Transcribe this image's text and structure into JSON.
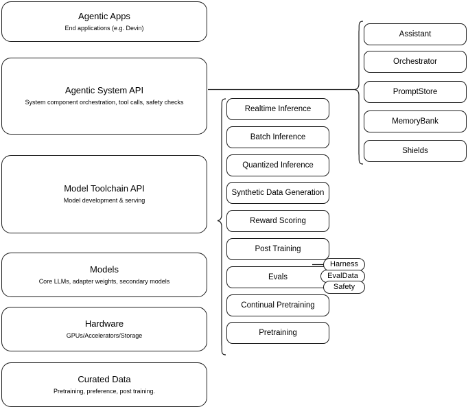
{
  "diagram": {
    "title": "AI stack layers diagram",
    "stroke_color": "#1a1a1a",
    "background_color": "#ffffff"
  },
  "left_stack": [
    {
      "id": "agentic-apps",
      "title": "Agentic Apps",
      "subtitle": "End applications (e.g. Devin)"
    },
    {
      "id": "agentic-system-api",
      "title": "Agentic System API",
      "subtitle": "System component orchestration, tool calls, safety checks"
    },
    {
      "id": "model-toolchain-api",
      "title": "Model Toolchain API",
      "subtitle": "Model development & serving"
    },
    {
      "id": "models",
      "title": "Models",
      "subtitle": "Core LLMs, adapter weights, secondary models"
    },
    {
      "id": "hardware",
      "title": "Hardware",
      "subtitle": "GPUs/Accelerators/Storage"
    },
    {
      "id": "curated-data",
      "title": "Curated Data",
      "subtitle": "Pretraining, preference, post training."
    }
  ],
  "toolchain_components": [
    {
      "id": "realtime-inference",
      "label": "Realtime Inference"
    },
    {
      "id": "batch-inference",
      "label": "Batch Inference"
    },
    {
      "id": "quantized-inference",
      "label": "Quantized Inference"
    },
    {
      "id": "synthetic-data-generation",
      "label": "Synthetic Data Generation"
    },
    {
      "id": "reward-scoring",
      "label": "Reward Scoring"
    },
    {
      "id": "post-training",
      "label": "Post Training"
    },
    {
      "id": "evals",
      "label": "Evals"
    },
    {
      "id": "continual-pretraining",
      "label": "Continual Pretraining"
    },
    {
      "id": "pretraining",
      "label": "Pretraining"
    }
  ],
  "evals_badges": [
    {
      "id": "harness",
      "label": "Harness"
    },
    {
      "id": "evaldata",
      "label": "EvalData"
    },
    {
      "id": "safety",
      "label": "Safety"
    }
  ],
  "agentic_components": [
    {
      "id": "assistant",
      "label": "Assistant"
    },
    {
      "id": "orchestrator",
      "label": "Orchestrator"
    },
    {
      "id": "promptstore",
      "label": "PromptStore"
    },
    {
      "id": "memorybank",
      "label": "MemoryBank"
    },
    {
      "id": "shields",
      "label": "Shields"
    }
  ]
}
